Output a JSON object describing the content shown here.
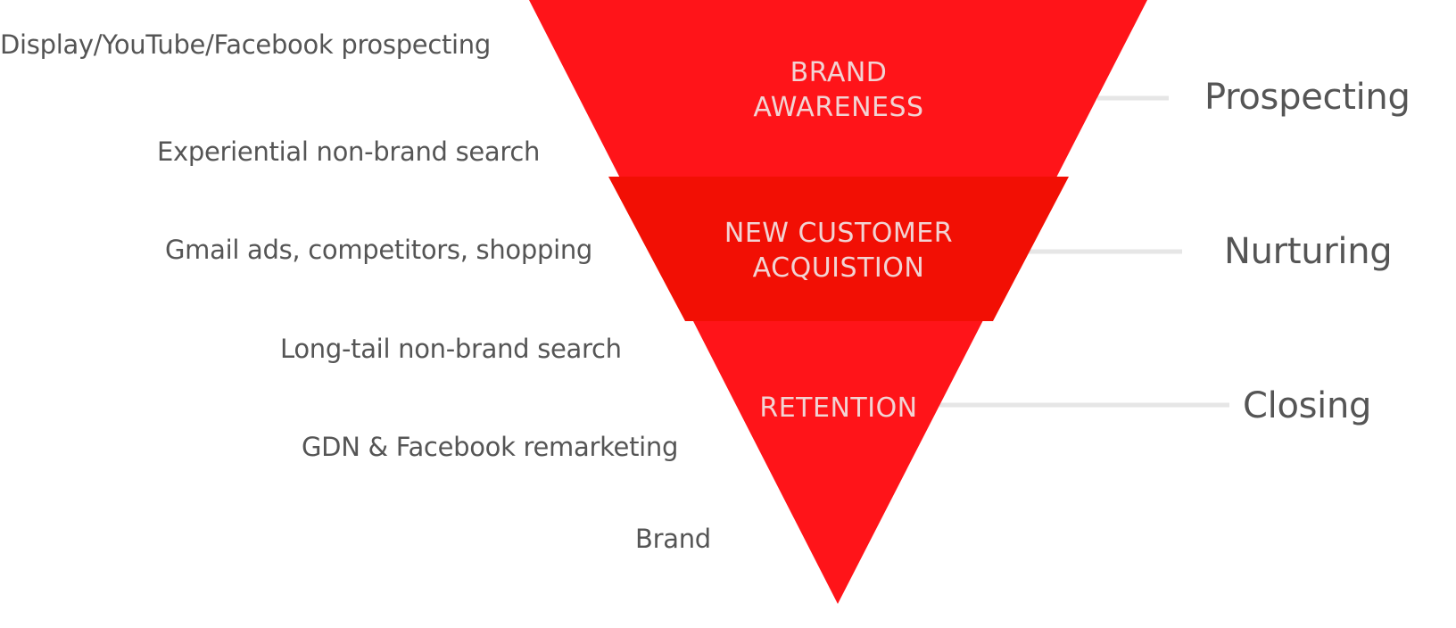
{
  "funnel": {
    "stages": [
      {
        "line1": "BRAND",
        "line2": "AWARENESS",
        "phase": "Prospecting",
        "color": "#ff1419"
      },
      {
        "line1": "NEW CUSTOMER",
        "line2": "ACQUISTION",
        "phase": "Nurturing",
        "color": "#f20f04"
      },
      {
        "line1": "RETENTION",
        "line2": "",
        "phase": "Closing",
        "color": "#ff1419"
      }
    ],
    "tactics": [
      "Display/YouTube/Facebook prospecting",
      "Experiential non-brand search",
      "Gmail ads, competitors, shopping",
      "Long-tail non-brand search",
      "GDN & Facebook remarketing",
      "Brand"
    ]
  },
  "colors": {
    "funnel_red": "#ff1419",
    "funnel_middle_red": "#f20f04",
    "stage_text": "#f2d3d3",
    "label_text": "#555555",
    "connector": "#e6e6e6"
  }
}
